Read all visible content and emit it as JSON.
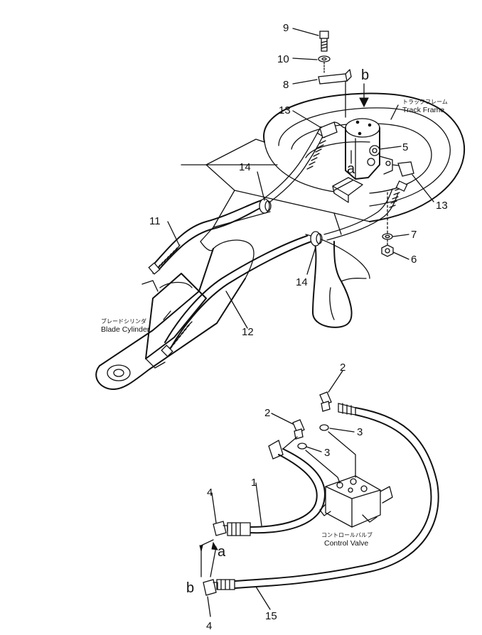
{
  "callouts": {
    "n1": "1",
    "n2a": "2",
    "n2b": "2",
    "n3a": "3",
    "n3b": "3",
    "n4a": "4",
    "n4b": "4",
    "n5": "5",
    "n6": "6",
    "n7": "7",
    "n8": "8",
    "n9": "9",
    "n10": "10",
    "n11": "11",
    "n12": "12",
    "n13a": "13",
    "n13b": "13",
    "n14a": "14",
    "n14b": "14",
    "n15": "15"
  },
  "connection_marks": {
    "a_top": "a",
    "b_top": "b",
    "a_bottom": "a",
    "b_bottom": "b"
  },
  "labels": {
    "track_frame_jp": "トラックフレーム",
    "track_frame_en": "Track Frame",
    "blade_cylinder_jp": "ブレードシリンダ",
    "blade_cylinder_en": "Blade Cylinder",
    "control_valve_jp": "コントロールバルブ",
    "control_valve_en": "Control Valve"
  }
}
